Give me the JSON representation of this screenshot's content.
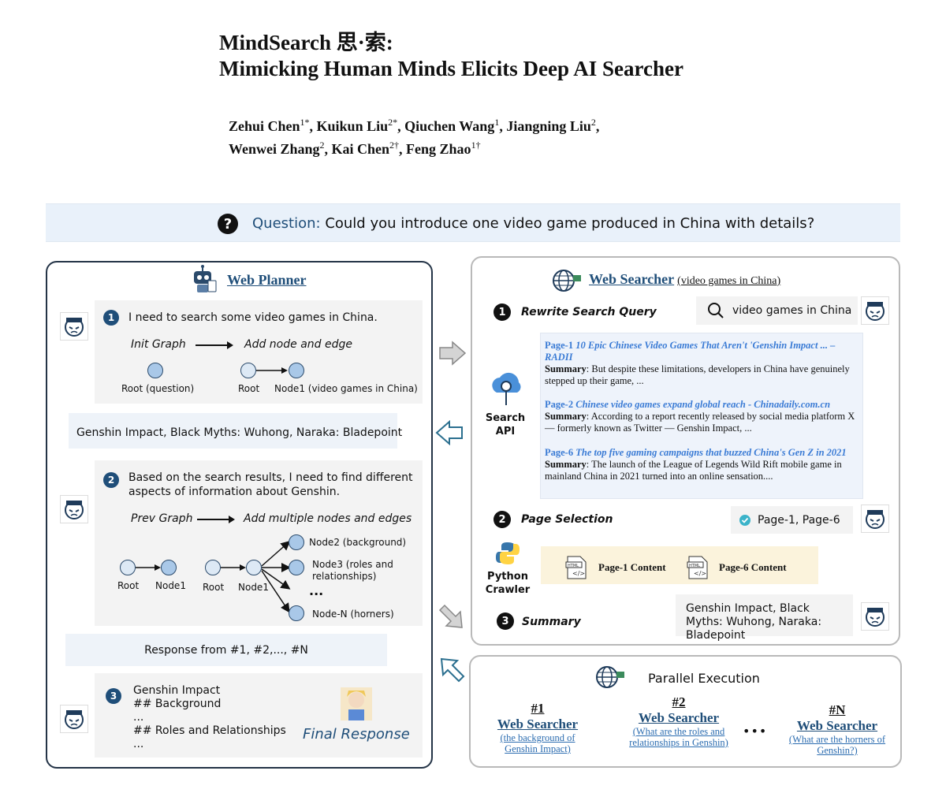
{
  "paper": {
    "title_line1": "MindSearch 思·索:",
    "title_line2": "Mimicking Human Minds Elicits Deep AI Searcher",
    "authors": [
      {
        "name": "Zehui Chen",
        "sup": "1*"
      },
      {
        "name": "Kuikun Liu",
        "sup": "2*"
      },
      {
        "name": "Qiuchen Wang",
        "sup": "1"
      },
      {
        "name": "Jiangning Liu",
        "sup": "2"
      },
      {
        "name": "Wenwei Zhang",
        "sup": "2"
      },
      {
        "name": "Kai Chen",
        "sup": "2†"
      },
      {
        "name": "Feng Zhao",
        "sup": "1†"
      }
    ]
  },
  "question": {
    "label": "Question:",
    "text": "Could you introduce one video game produced in China with details?"
  },
  "planner": {
    "title": "Web Planner",
    "step1": {
      "num": "1",
      "text": "I need to search some video games in China.",
      "init": "Init Graph",
      "add": "Add node and edge",
      "root_q": "Root (question)",
      "root": "Root",
      "node1": "Node1 (video games in China)"
    },
    "answer1": "Genshin Impact, Black Myths: Wuhong, Naraka: Bladepoint",
    "step2": {
      "num": "2",
      "text": "Based on the search results, I need to find different aspects of information about Genshin.",
      "prev": "Prev Graph",
      "add": "Add multiple nodes and edges",
      "root": "Root",
      "node1": "Node1",
      "root2": "Root",
      "node1b": "Node1",
      "node2": "Node2 (background)",
      "node3": "Node3 (roles and relationships)",
      "dots": "...",
      "nodeN": "Node-N (horners)"
    },
    "response_from": "Response from #1, #2,..., #N",
    "step3": {
      "num": "3",
      "l1": "Genshin Impact",
      "l2": "## Background",
      "l3": "...",
      "l4": "## Roles and Relationships",
      "l5": "...",
      "final": "Final Response"
    }
  },
  "searcher": {
    "title": "Web Searcher",
    "subtitle": "(video games in China)",
    "step1": {
      "num": "1",
      "label": "Rewrite Search Query",
      "query": "video games in China"
    },
    "api_label": "Search API",
    "results": [
      {
        "page": "Page-1",
        "title": "10 Epic Chinese Video Games That Aren't 'Genshin Impact ... – RADII",
        "summary_label": "Summary",
        "summary": ": But despite these limitations, developers in China have genuinely stepped up their game, ..."
      },
      {
        "page": "Page-2",
        "title": "Chinese video games expand global reach - Chinadaily.com.cn",
        "summary_label": "Summary",
        "summary": ": According to a report recently released by social media platform X — formerly known as Twitter — Genshin Impact, ..."
      },
      {
        "page": "Page-6",
        "title": "The top five gaming campaigns that buzzed China's Gen Z in 2021",
        "summary_label": "Summary",
        "summary": ": The launch of the League of Legends Wild Rift mobile game in mainland China in 2021 turned into an online sensation...."
      }
    ],
    "step2": {
      "num": "2",
      "label": "Page Selection",
      "selected": "Page-1, Page-6"
    },
    "crawler_label": "Python Crawler",
    "content1": "Page-1 Content",
    "content2": "Page-6 Content",
    "step3": {
      "num": "3",
      "label": "Summary",
      "text": "Genshin Impact, Black Myths: Wuhong, Naraka: Bladepoint"
    }
  },
  "parallel": {
    "title": "Parallel Execution",
    "items": [
      {
        "num": "#1",
        "label": "Web Searcher",
        "sub": "(the background of Genshin Impact)"
      },
      {
        "num": "#2",
        "label": "Web Searcher",
        "sub": "(What are the roles and relationships in Genshin)"
      },
      {
        "num": "#N",
        "label": "Web Searcher",
        "sub": "(What are the horners of Genshin?)"
      }
    ],
    "dots": "•••"
  },
  "colors": {
    "accent": "#1f4e79",
    "link": "#2b6cb0",
    "question_bg": "#e9f1fa"
  }
}
